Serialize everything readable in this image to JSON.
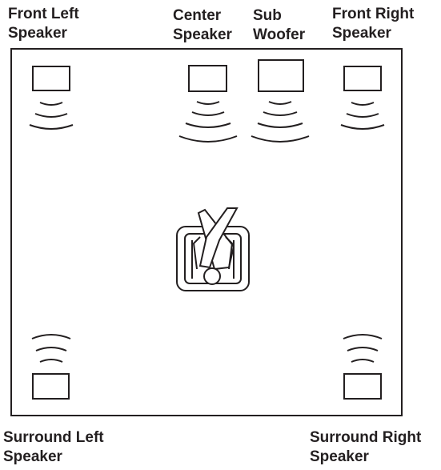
{
  "labels": {
    "front_left": [
      "Front Left",
      "Speaker"
    ],
    "center": [
      "Center",
      "Speaker"
    ],
    "sub_woofer": [
      "Sub",
      "Woofer"
    ],
    "front_right": [
      "Front Right",
      "Speaker"
    ],
    "surround_left": [
      "Surround Left",
      "Speaker"
    ],
    "surround_right": [
      "Surround Right",
      "Speaker"
    ]
  },
  "colors": {
    "line": "#231f20",
    "background": "#ffffff"
  },
  "icons": {
    "speaker": "speaker-icon",
    "sound_waves": "sound-waves-icon",
    "listener": "listener-icon"
  }
}
